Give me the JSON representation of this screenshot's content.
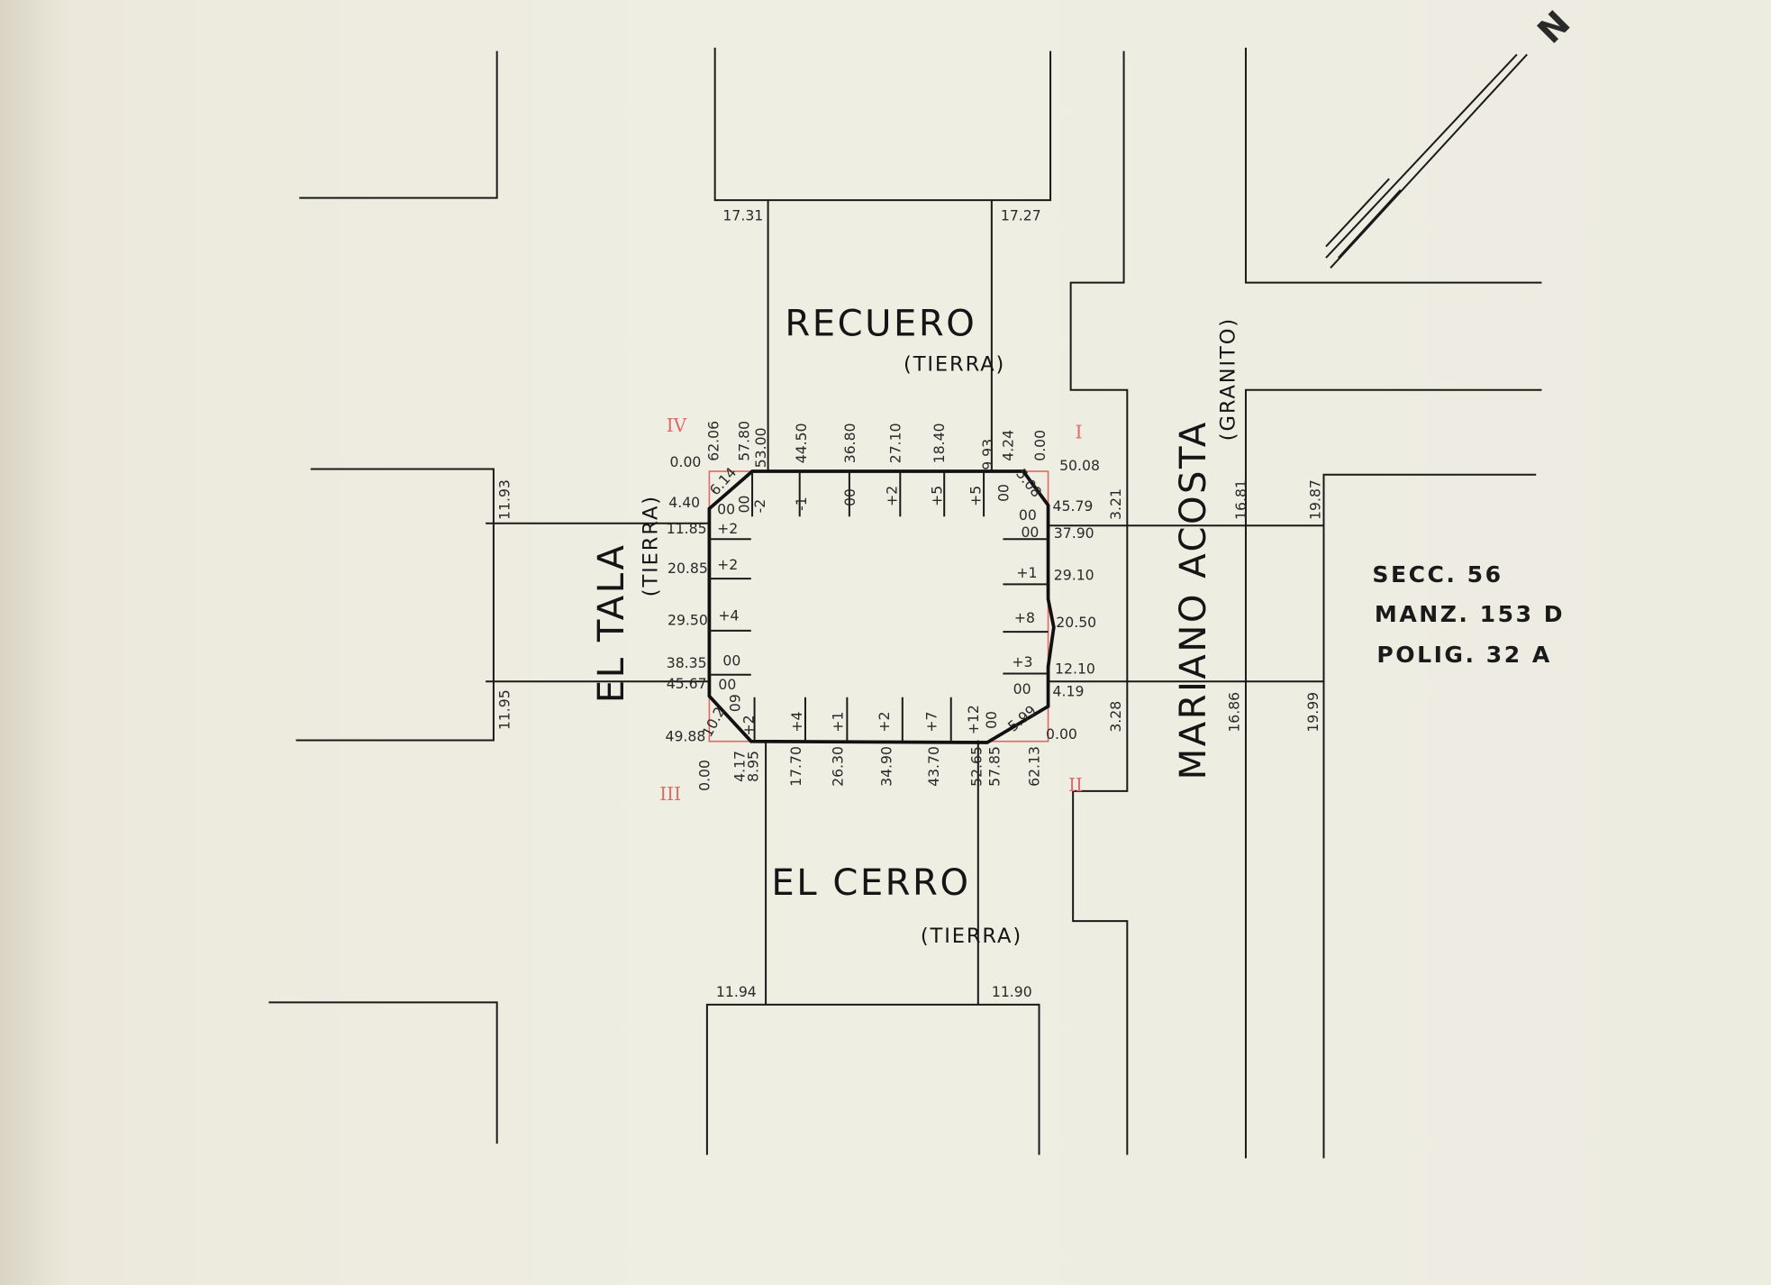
{
  "north_label": "N",
  "info": {
    "section": "SECC.  56",
    "block": "MANZ. 153 D",
    "polygon": "POLIG.  32 A"
  },
  "streets": {
    "top": {
      "name": "RECUERO",
      "surface": "(TIERRA)"
    },
    "bottom": {
      "name": "EL CERRO",
      "surface": "(TIERRA)"
    },
    "left": {
      "name": "EL TALA",
      "surface": "(TIERRA)"
    },
    "right": {
      "name": "MARIANO ACOSTA",
      "surface": "(GRANITO)"
    }
  },
  "corners": {
    "c1": "I",
    "c2": "II",
    "c3": "III",
    "c4": "IV"
  },
  "street_widths": {
    "top_left": "17.31",
    "top_right": "17.27",
    "bottom_left": "11.94",
    "bottom_right": "11.90",
    "left_top": "11.93",
    "left_bottom": "11.95",
    "right_top_inner": "3.21",
    "right_bottom_inner": "3.28",
    "right_top_a": "16.81",
    "right_top_b": "19.87",
    "right_bottom_a": "16.86",
    "right_bottom_b": "19.99"
  },
  "top_side": {
    "start": "0.00",
    "end": "50.08",
    "progressives": [
      "62.06",
      "57.80",
      "53.00",
      "44.50",
      "36.80",
      "27.10",
      "18.40",
      "9.93",
      "4.24",
      "0.00"
    ],
    "offsets": [
      "00",
      "-2",
      "-1",
      "00",
      "+2",
      "+5",
      "+5",
      "00"
    ],
    "chamfer_left": "6.14",
    "chamfer_right": "5.08"
  },
  "left_side": {
    "progressives": [
      "4.40",
      "11.85",
      "20.85",
      "29.50",
      "38.35",
      "45.67",
      "49.88"
    ],
    "offsets": [
      "00",
      "+2",
      "+2",
      "+4",
      "00",
      "00"
    ]
  },
  "right_side": {
    "progressives": [
      "45.79",
      "37.90",
      "29.10",
      "20.50",
      "12.10",
      "4.19",
      "0.00"
    ],
    "offsets": [
      "00",
      "00",
      "+1",
      "+8",
      "+3",
      "00"
    ]
  },
  "bottom_side": {
    "progressives": [
      "0.00",
      "4.17",
      "8.95",
      "17.70",
      "26.30",
      "34.90",
      "43.70",
      "52.65",
      "57.85",
      "62.13"
    ],
    "offsets": [
      "+2",
      "+4",
      "+1",
      "+2",
      "+7",
      "+12",
      "00"
    ],
    "chamfer_left": "10.2",
    "chamfer_left_b": "09",
    "chamfer_right": "5.99"
  }
}
